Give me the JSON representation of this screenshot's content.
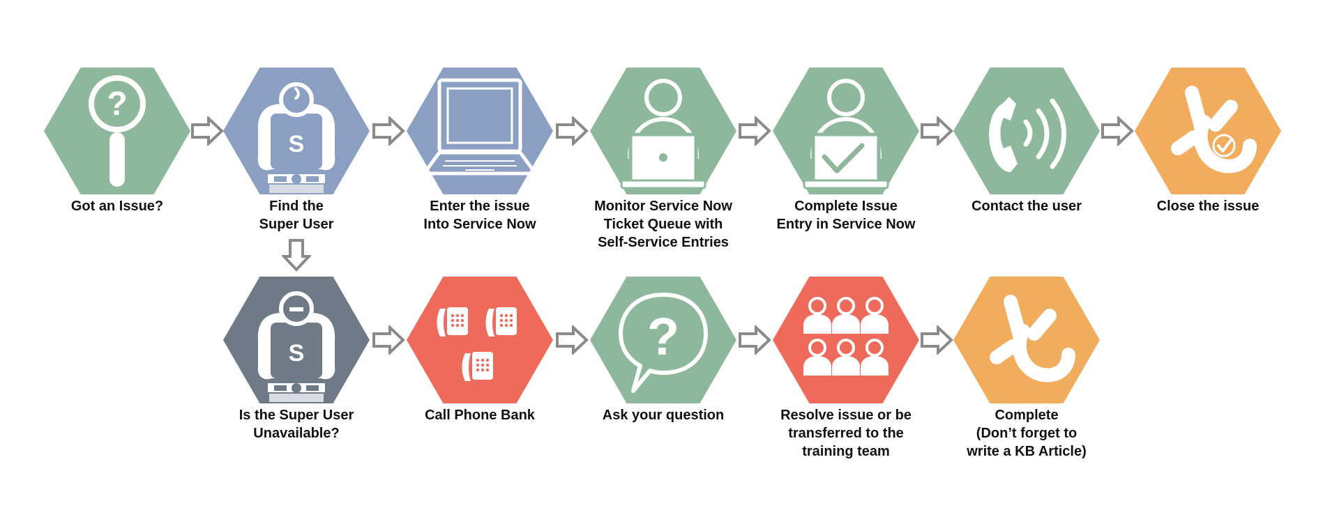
{
  "colors": {
    "green": "#8db89c",
    "blue": "#8a9fc2",
    "slate": "#6e7a86",
    "coral": "#ee6b5c",
    "orange": "#f2ac5e",
    "arrow": "#8a8a8a"
  },
  "row1": [
    {
      "label": [
        "Got an Issue?"
      ],
      "color": "green",
      "icon": "magnifier-question-icon"
    },
    {
      "label": [
        "Find the",
        "Super User"
      ],
      "color": "blue",
      "icon": "super-user-icon"
    },
    {
      "label": [
        "Enter the issue",
        "Into Service Now"
      ],
      "color": "blue",
      "icon": "laptop-icon"
    },
    {
      "label": [
        "Monitor Service Now",
        "Ticket Queue with",
        "Self-Service Entries"
      ],
      "color": "green",
      "icon": "person-laptop-icon"
    },
    {
      "label": [
        "Complete Issue",
        "Entry in Service Now"
      ],
      "color": "green",
      "icon": "person-laptop-check-icon"
    },
    {
      "label": [
        "Contact the user"
      ],
      "color": "green",
      "icon": "phone-call-icon"
    },
    {
      "label": [
        "Close the issue"
      ],
      "color": "orange",
      "icon": "hand-check-icon"
    }
  ],
  "row2": [
    {
      "label": [
        "Is the Super User",
        "Unavailable?"
      ],
      "color": "slate",
      "icon": "super-user-unavailable-icon"
    },
    {
      "label": [
        "Call Phone Bank"
      ],
      "color": "coral",
      "icon": "phone-bank-icon"
    },
    {
      "label": [
        "Ask your question"
      ],
      "color": "green",
      "icon": "speech-question-icon"
    },
    {
      "label": [
        "Resolve issue or be",
        "transferred to the",
        "training team"
      ],
      "color": "coral",
      "icon": "team-group-icon"
    },
    {
      "label": [
        "Complete",
        "(Don’t forget to",
        "write a KB Article)"
      ],
      "color": "orange",
      "icon": "hand-complete-icon"
    }
  ]
}
